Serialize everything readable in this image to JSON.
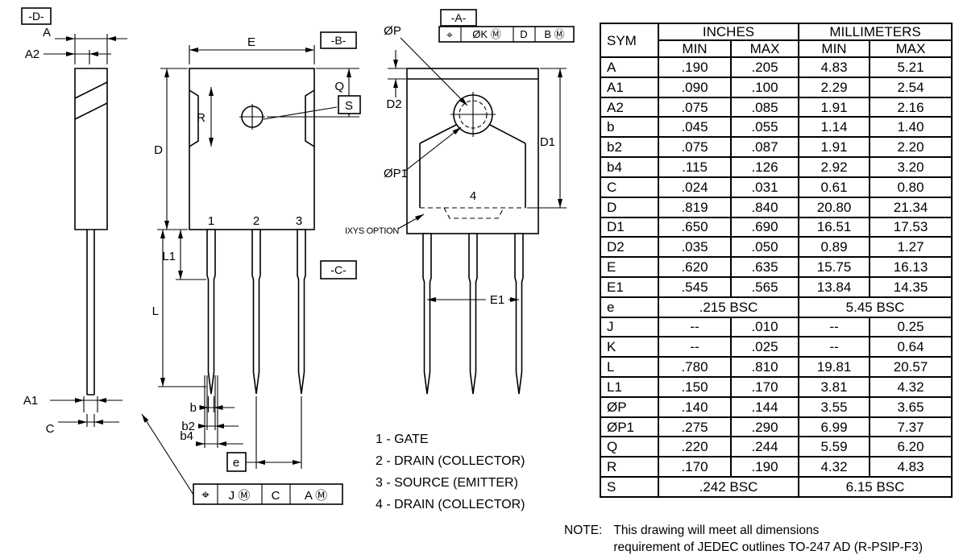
{
  "drawing": {
    "side_view": {
      "datum_d": "-D-",
      "dim_a": "A",
      "dim_a2": "A2",
      "dim_a1": "A1",
      "dim_c": "C"
    },
    "front_view": {
      "dim_e": "E",
      "datum_b": "-B-",
      "dim_q": "Q",
      "datum_s": "S",
      "dim_r": "R",
      "dim_d": "D",
      "pin1": "1",
      "pin2": "2",
      "pin3": "3",
      "dim_l1": "L1",
      "dim_l": "L",
      "datum_c": "-C-",
      "dim_b": "b",
      "dim_b2": "b2",
      "dim_b4": "b4",
      "dim_e_pitch": "e",
      "fcf": {
        "cells": [
          "⌖",
          "J Ⓜ",
          "C",
          "A Ⓜ"
        ]
      }
    },
    "back_view": {
      "datum_a": "-A-",
      "fcf": {
        "cells": [
          "⌖",
          "ØK Ⓜ",
          "D",
          "B Ⓜ"
        ]
      },
      "dim_p": "ØP",
      "dim_p1": "ØP1",
      "dim_d2": "D2",
      "dim_d1": "D1",
      "pin4": "4",
      "ixys": "IXYS OPTION",
      "dim_e1": "E1"
    }
  },
  "legend": {
    "items": [
      "1 - GATE",
      "2 - DRAIN (COLLECTOR)",
      "3 - SOURCE (EMITTER)",
      "4 - DRAIN (COLLECTOR)"
    ]
  },
  "note": {
    "label": "NOTE:",
    "line1": "This drawing will meet all dimensions",
    "line2": "requirement of JEDEC outlines TO-247 AD (R-PSIP-F3)"
  },
  "table": {
    "headers": {
      "sym": "SYM",
      "inches": "INCHES",
      "millimeters": "MILLIMETERS",
      "min": "MIN",
      "max": "MAX"
    },
    "rows": [
      {
        "sym": "A",
        "in_min": ".190",
        "in_max": ".205",
        "mm_min": "4.83",
        "mm_max": "5.21"
      },
      {
        "sym": "A1",
        "in_min": ".090",
        "in_max": ".100",
        "mm_min": "2.29",
        "mm_max": "2.54"
      },
      {
        "sym": "A2",
        "in_min": ".075",
        "in_max": ".085",
        "mm_min": "1.91",
        "mm_max": "2.16"
      },
      {
        "sym": "b",
        "in_min": ".045",
        "in_max": ".055",
        "mm_min": "1.14",
        "mm_max": "1.40"
      },
      {
        "sym": "b2",
        "in_min": ".075",
        "in_max": ".087",
        "mm_min": "1.91",
        "mm_max": "2.20"
      },
      {
        "sym": "b4",
        "in_min": ".115",
        "in_max": ".126",
        "mm_min": "2.92",
        "mm_max": "3.20"
      },
      {
        "sym": "C",
        "in_min": ".024",
        "in_max": ".031",
        "mm_min": "0.61",
        "mm_max": "0.80"
      },
      {
        "sym": "D",
        "in_min": ".819",
        "in_max": ".840",
        "mm_min": "20.80",
        "mm_max": "21.34"
      },
      {
        "sym": "D1",
        "in_min": ".650",
        "in_max": ".690",
        "mm_min": "16.51",
        "mm_max": "17.53"
      },
      {
        "sym": "D2",
        "in_min": ".035",
        "in_max": ".050",
        "mm_min": "0.89",
        "mm_max": "1.27"
      },
      {
        "sym": "E",
        "in_min": ".620",
        "in_max": ".635",
        "mm_min": "15.75",
        "mm_max": "16.13"
      },
      {
        "sym": "E1",
        "in_min": ".545",
        "in_max": ".565",
        "mm_min": "13.84",
        "mm_max": "14.35"
      },
      {
        "sym": "e",
        "in_span": ".215 BSC",
        "mm_span": "5.45 BSC"
      },
      {
        "sym": "J",
        "in_min": "--",
        "in_max": ".010",
        "mm_min": "--",
        "mm_max": "0.25"
      },
      {
        "sym": "K",
        "in_min": "--",
        "in_max": ".025",
        "mm_min": "--",
        "mm_max": "0.64"
      },
      {
        "sym": "L",
        "in_min": ".780",
        "in_max": ".810",
        "mm_min": "19.81",
        "mm_max": "20.57"
      },
      {
        "sym": "L1",
        "in_min": ".150",
        "in_max": ".170",
        "mm_min": "3.81",
        "mm_max": "4.32"
      },
      {
        "sym": "ØP",
        "in_min": ".140",
        "in_max": ".144",
        "mm_min": "3.55",
        "mm_max": "3.65"
      },
      {
        "sym": "ØP1",
        "in_min": ".275",
        "in_max": ".290",
        "mm_min": "6.99",
        "mm_max": "7.37"
      },
      {
        "sym": "Q",
        "in_min": ".220",
        "in_max": ".244",
        "mm_min": "5.59",
        "mm_max": "6.20"
      },
      {
        "sym": "R",
        "in_min": ".170",
        "in_max": ".190",
        "mm_min": "4.32",
        "mm_max": "4.83"
      },
      {
        "sym": "S",
        "in_span": ".242 BSC",
        "mm_span": "6.15 BSC"
      }
    ]
  }
}
